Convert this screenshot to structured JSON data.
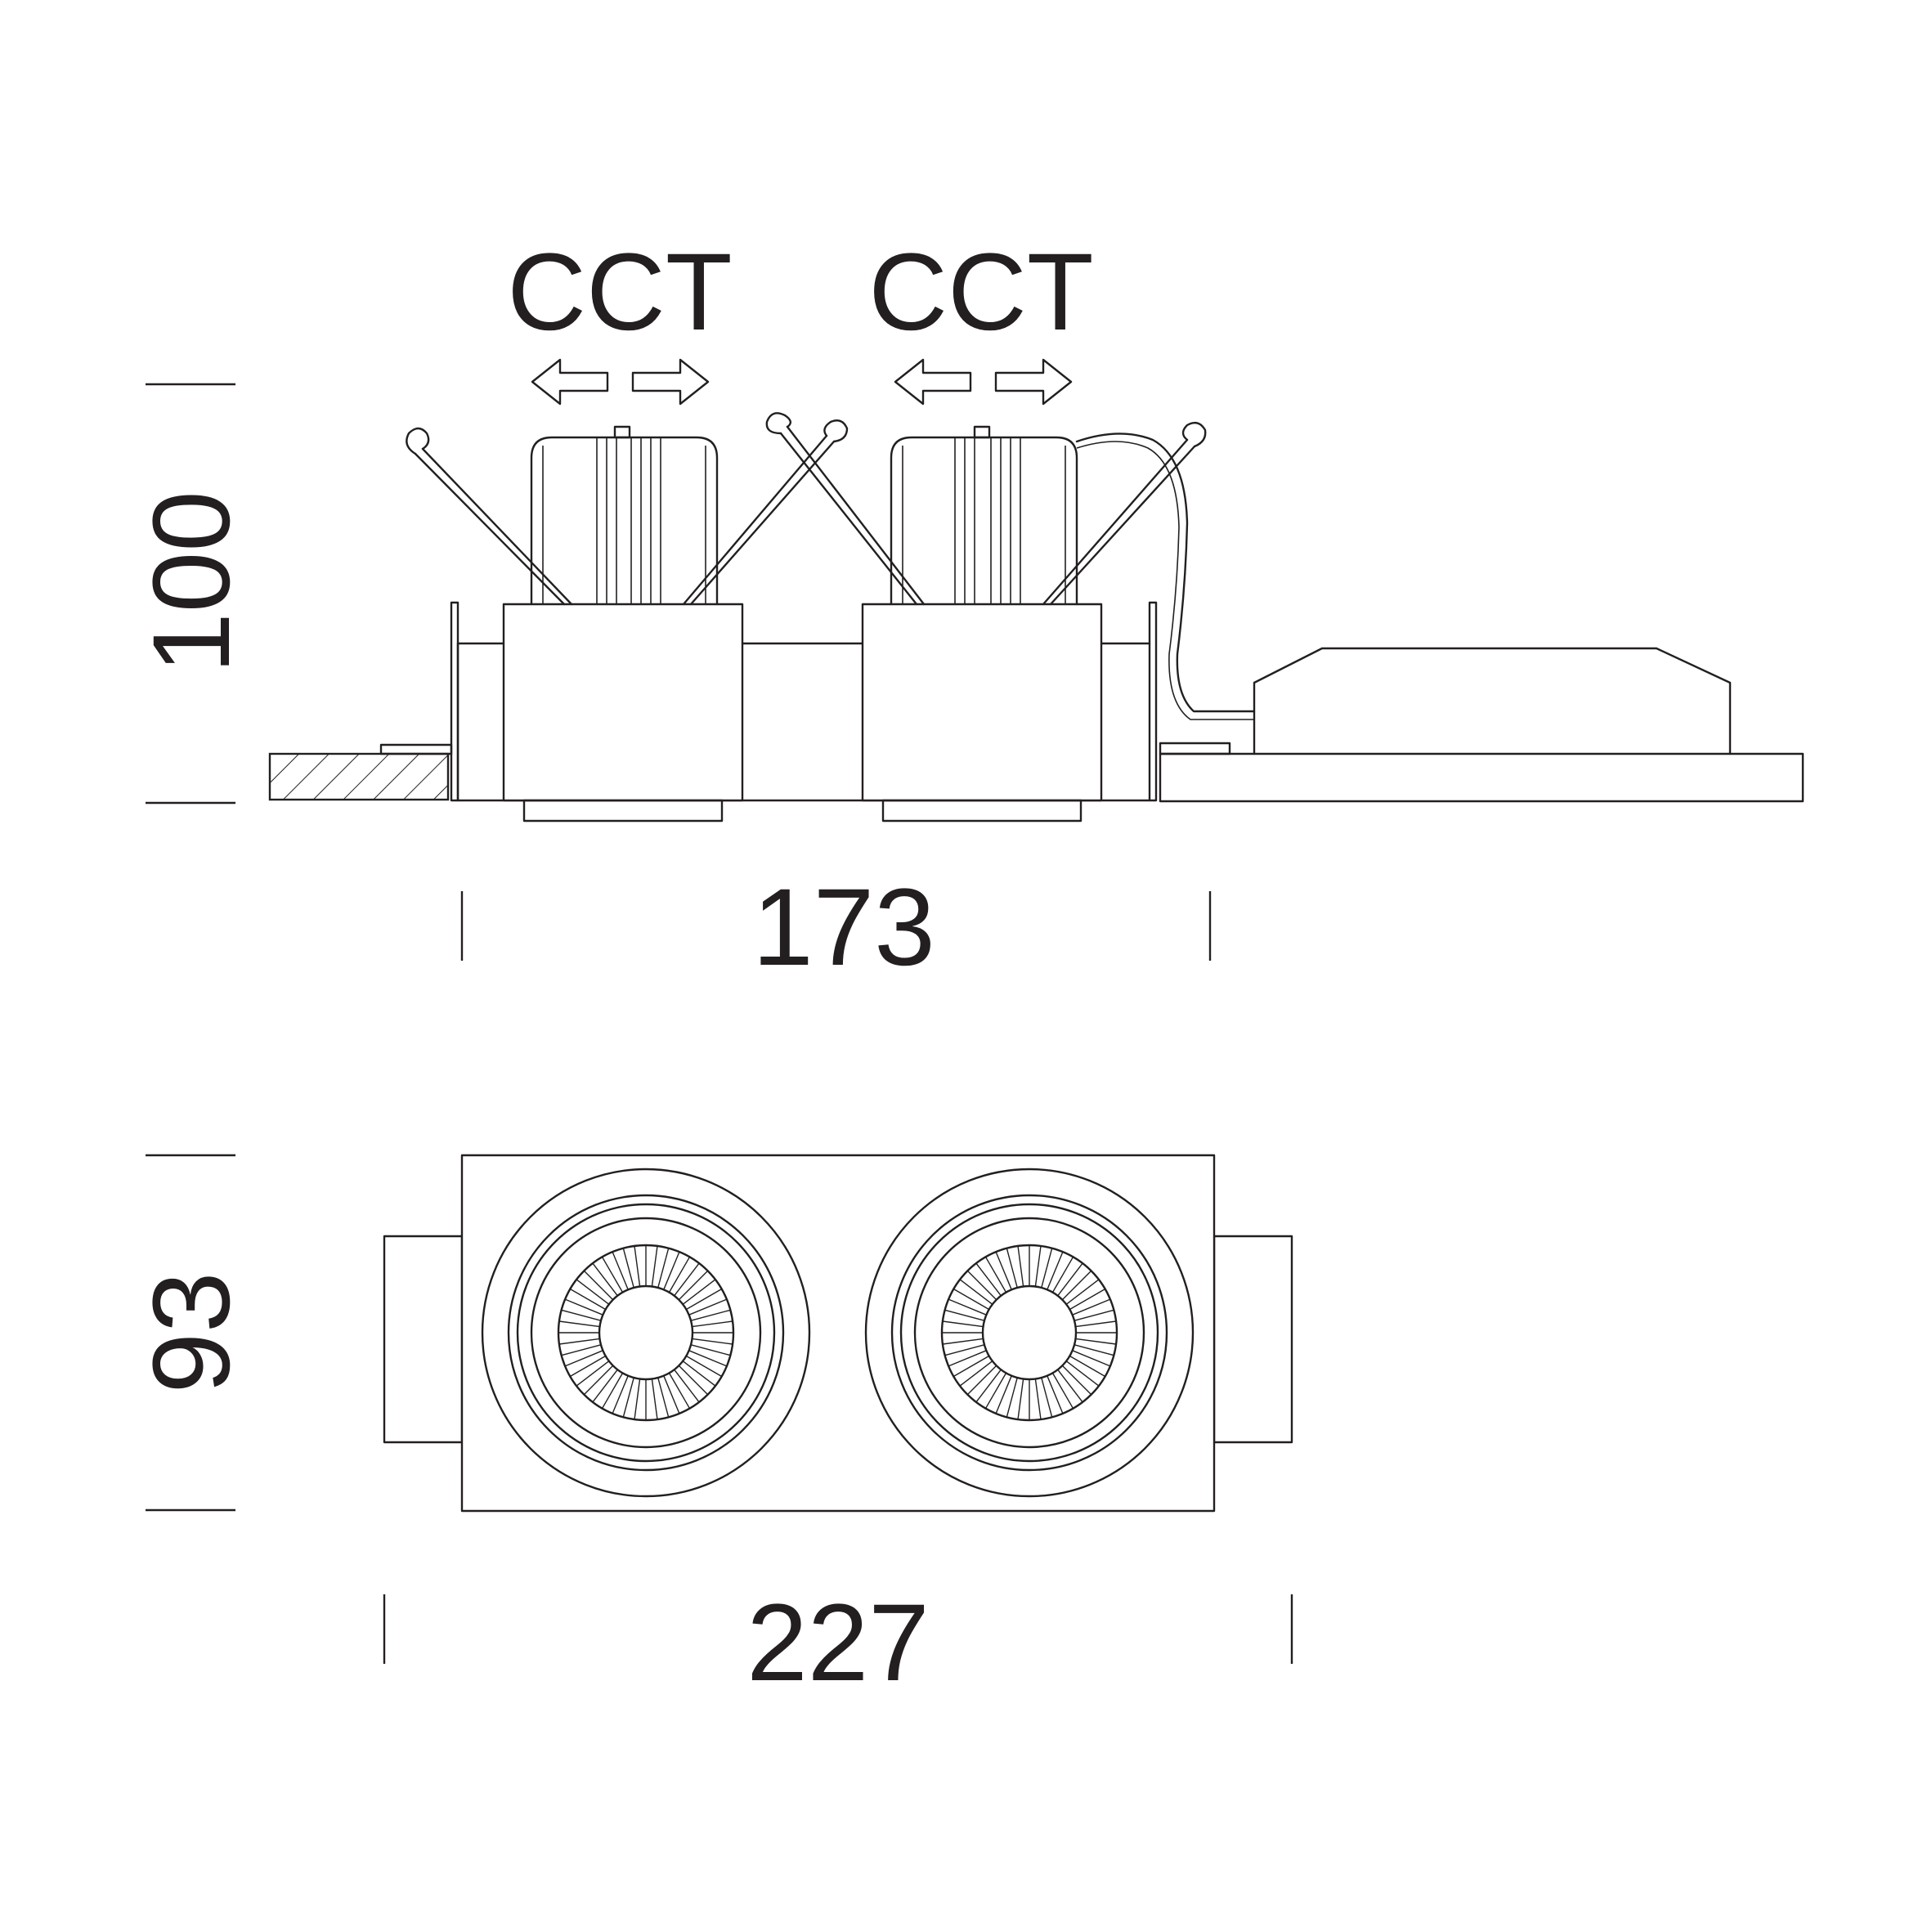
{
  "labels": {
    "cct_left": "CCT",
    "cct_right": "CCT"
  },
  "dimensions": {
    "side_height": "100",
    "side_width": "173",
    "plan_height": "93",
    "plan_width": "227"
  },
  "colors": {
    "line": "#231f20",
    "background": "#ffffff"
  }
}
